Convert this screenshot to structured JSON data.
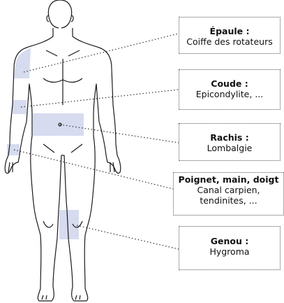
{
  "colors": {
    "highlight": "#d6dbef",
    "outline": "#1a1a1a",
    "leader": "#333333"
  },
  "callouts": {
    "epaule": {
      "title": "Épaule :",
      "desc": "Coiffe des rotateurs"
    },
    "coude": {
      "title": "Coude :",
      "desc": "Epicondylite, ..."
    },
    "rachis": {
      "title": "Rachis :",
      "desc": "Lombalgie"
    },
    "poignet": {
      "title": "Poignet, main, doigt",
      "desc": "Canal carpien,\ntendinites, ..."
    },
    "genou": {
      "title": "Genou :",
      "desc": "Hygroma"
    }
  }
}
